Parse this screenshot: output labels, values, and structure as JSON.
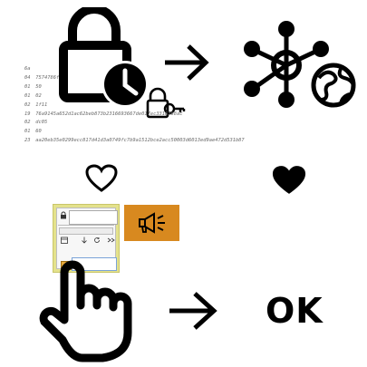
{
  "hex_dump": {
    "rows": [
      {
        "tag": "6a",
        "value": ""
      },
      {
        "tag": "04",
        "value": "7574786f"
      },
      {
        "tag": "01",
        "value": "50"
      },
      {
        "tag": "01",
        "value": "02"
      },
      {
        "tag": "02",
        "value": "1f11"
      },
      {
        "tag": "19",
        "value": "76a9145a652d1ac62beb873b2316693667de017ec3316388ac"
      },
      {
        "tag": "02",
        "value": "dc05"
      },
      {
        "tag": "01",
        "value": "60"
      },
      {
        "tag": "23",
        "value": "aa20eb35e0299ecc817d41d3a0749fc7b9a1512bce2acc50003d6013ed9ae472d531b87"
      }
    ]
  },
  "ok_label": "OK",
  "colors": {
    "icon": "#000000",
    "megaphone_bg": "#d8891f",
    "mini_window_frame": "#e4e28c",
    "mini_alert_bg": "#e6a93a"
  },
  "icons": [
    "lock-clock-icon",
    "small-lock-key-icon",
    "arrow-right-icon",
    "network-globe-icon",
    "heart-outline-icon",
    "heart-filled-icon",
    "megaphone-icon",
    "hand-pointer-icon",
    "arrow-right-icon"
  ]
}
